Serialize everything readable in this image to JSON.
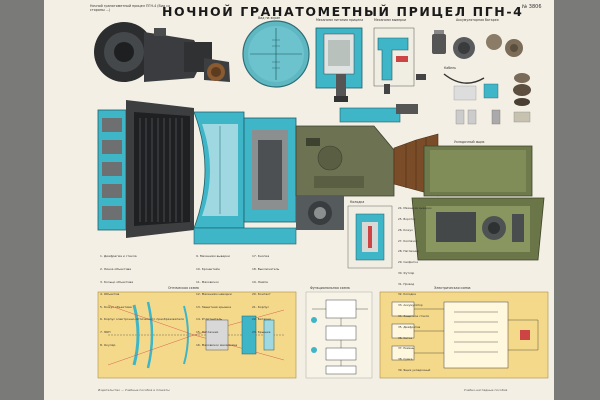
{
  "page": {
    "background_color": "#7a7a78",
    "poster_color": "#f3efe4",
    "accent_cyan": "#3fb5c8",
    "accent_yellow": "#f5d98a",
    "body_olive": "#6d7252"
  },
  "poster": {
    "title": "НОЧНОЙ ГРАНАТОМЕТНЫЙ ПРИЦЕЛ ПГН-4",
    "top_left_caption": "Ночной гранатометный прицел ПГН-4 (Вид со стороны ...)",
    "doc_number": "№ 3806"
  },
  "labels": {
    "lens_view": "Вид на экран",
    "power_block": "Механизм питания прицела",
    "focus_mech": "Механизм выверки",
    "battery_title": "Аккумуляторная батарея",
    "cable_title": "Кабель",
    "kit_title": "Укладочный ящик",
    "connector_title": "Колодка",
    "optical_scheme": "Оптическая схема",
    "functional_scheme": "Функциональная схема",
    "electrical_scheme": "Электрическая схема"
  },
  "legend_left": [
    "1. Диафрагма и стекла",
    "2. Линза объектива",
    "3. Кольцо объектива",
    "4. Объектив",
    "5. Кожух объектива",
    "6. Корпус электронно-оптического преобразователя",
    "7. ЭОП",
    "8. Окуляр"
  ],
  "legend_mid": [
    "9. Механизм выверки",
    "10. Кронштейн",
    "11. Маховичок",
    "12. Механизм наводки",
    "13. Защитная крышка",
    "14. Уплотнитель",
    "15. Наглазник",
    "16. Маховичок механизма"
  ],
  "legend_mid2": [
    "17. Кнопка",
    "18. Выключатель",
    "19. Лампа",
    "20. Контакт",
    "21. Корпус",
    "22. Батарея",
    "23. Крышка"
  ],
  "legend_right": [
    "24. Механизм выверки",
    "25. Вороток",
    "26. Кожух",
    "27. Колпачок",
    "28. Наглазник",
    "29. Салфетка",
    "30. Футляр",
    "31. Провод",
    "32. Колодка",
    "33. Аккумулятор",
    "34. Защитное стекло",
    "35. Диафрагма",
    "36. Сетка",
    "37. Ремень",
    "38. Сумка",
    "39. Ящик укладочный"
  ],
  "footer_left": "Издательство — Учебные пособия и плакаты",
  "footer_right": "Учебно-наглядные пособия"
}
